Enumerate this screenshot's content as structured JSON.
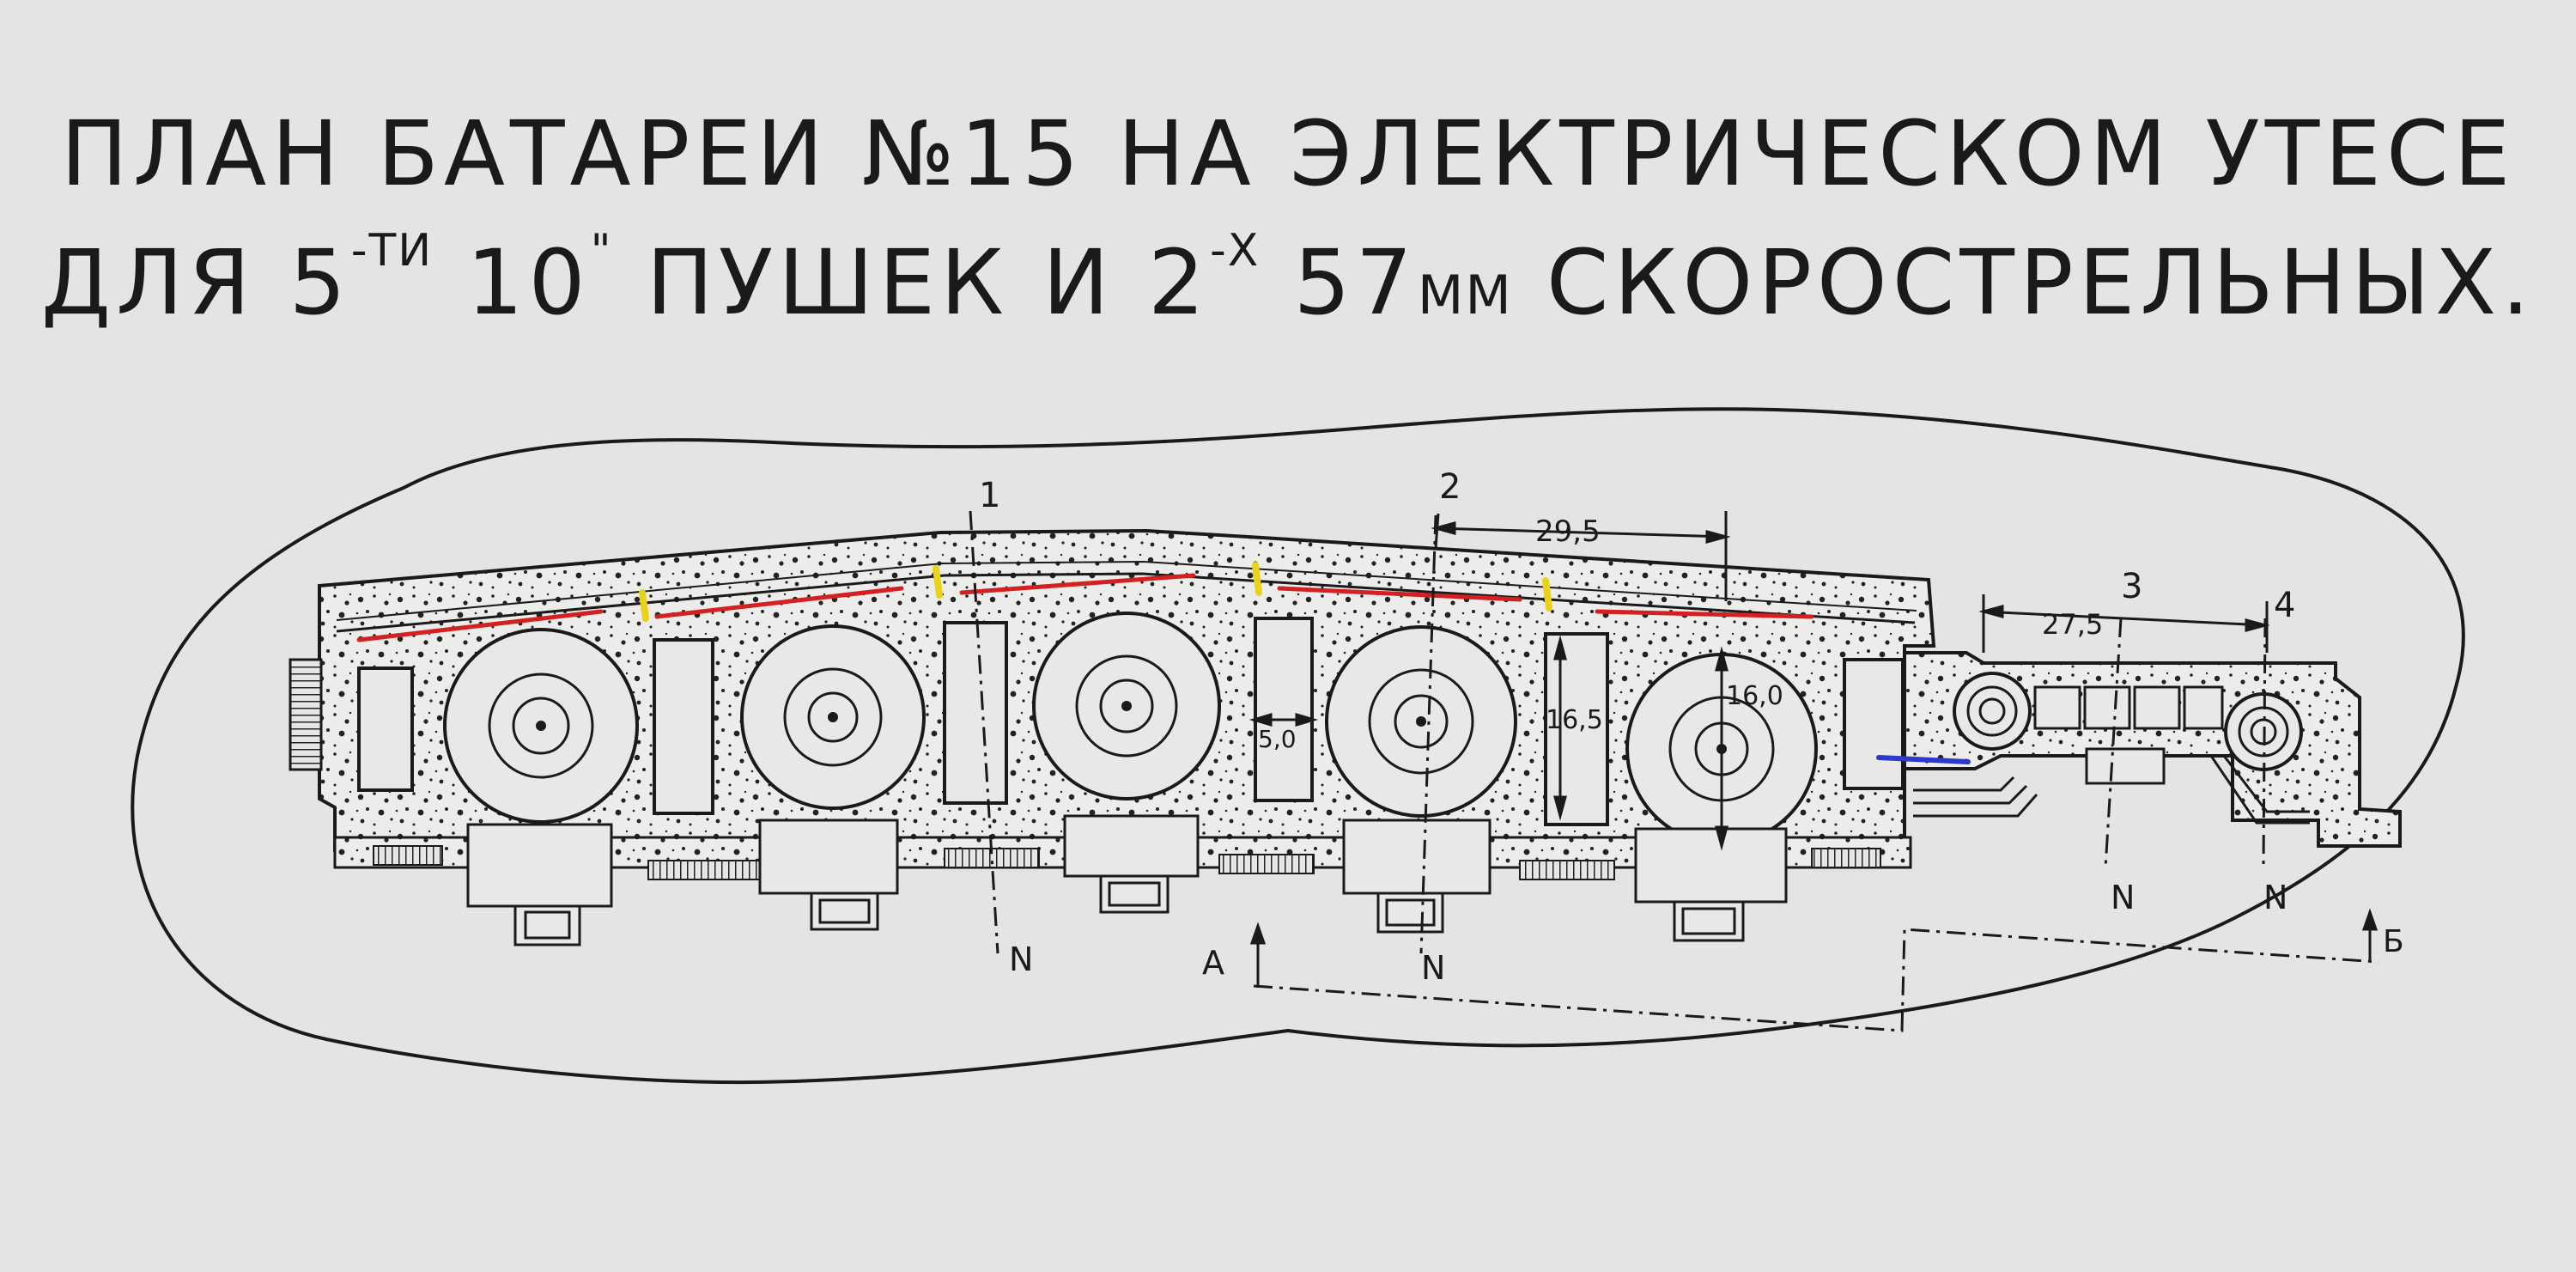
{
  "title": {
    "line1": "ПЛАН БАТАРЕИ №15 НА ЭЛЕКТРИЧЕСКОМ УТЕСЕ",
    "line2_a": "ДЛЯ 5",
    "line2_sup1": "-ТИ",
    "line2_b": " 10",
    "line2_sup2": "\"",
    "line2_c": " ПУШЕК И 2",
    "line2_sup3": "-Х",
    "line2_d": " 57",
    "line2_mm": "ММ",
    "line2_e": " СКОРОСТРЕЛЬНЫХ."
  },
  "labels": {
    "section_1": "1",
    "section_2": "2",
    "section_3": "3",
    "section_4": "4",
    "dim_29_5": "29,5",
    "dim_27_5": "27,5",
    "dim_16_0": "16,0",
    "dim_16_5": "16,5",
    "dim_5_0": "5,0",
    "north_1": "N",
    "north_2": "N",
    "north_3": "N",
    "north_4": "N",
    "cut_a": "А",
    "cut_b": "Б"
  },
  "colors": {
    "paper": "#e4e4e2",
    "ink": "#1a1a1a",
    "red_marks": "#d42020",
    "yellow_marks": "#e8d21a",
    "blue_mark": "#2b3bc8"
  }
}
